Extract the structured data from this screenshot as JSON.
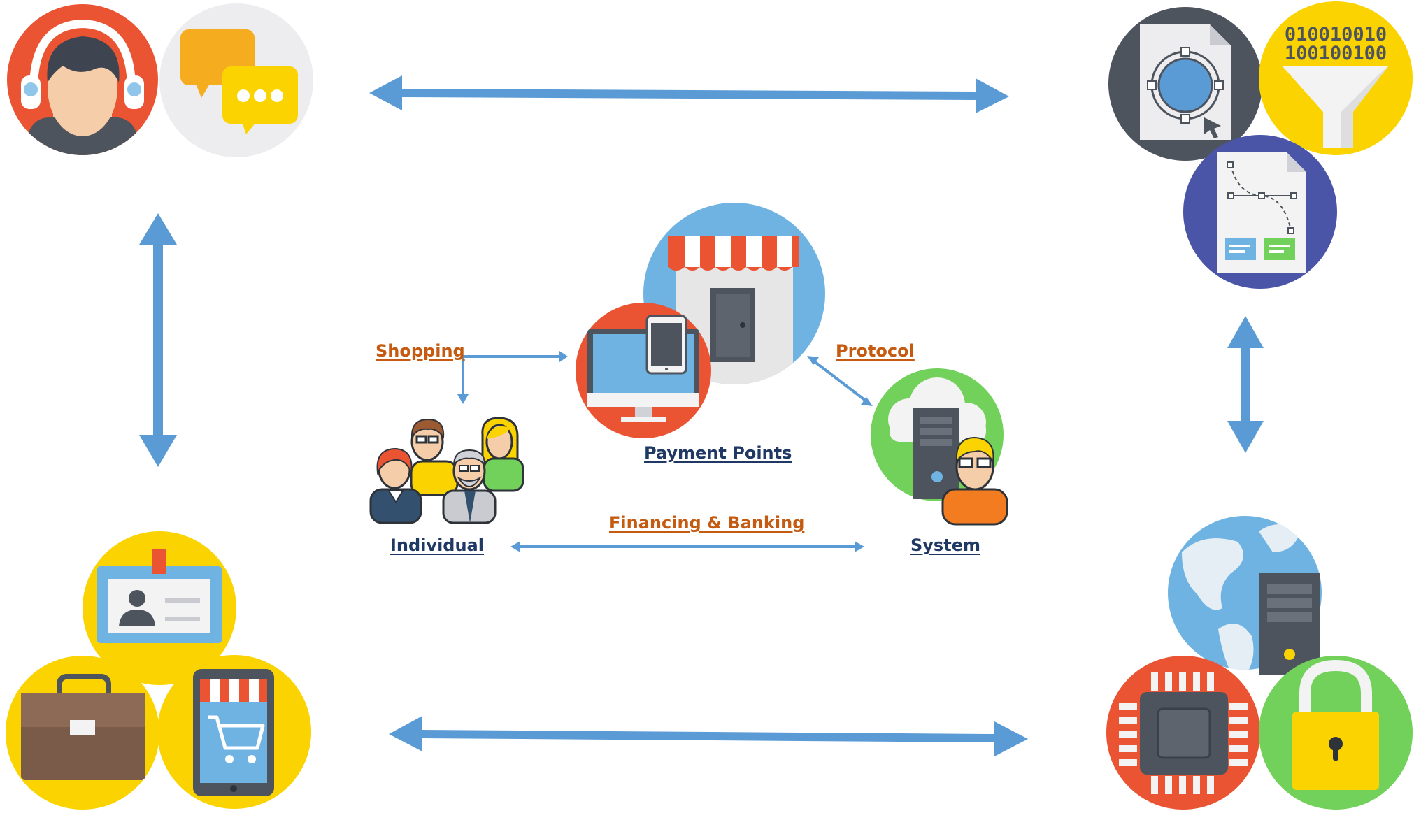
{
  "labels": {
    "shopping": "Shopping",
    "protocol": "Protocol",
    "payment_points": "Payment Points",
    "financing_banking": "Financing & Banking",
    "individual": "Individual",
    "system": "System"
  },
  "binary_text": {
    "line1": "010010010",
    "line2": "100100100"
  },
  "colors": {
    "arrow": "#5B9BD5",
    "label_orange": "#C55A11",
    "label_navy": "#1F3864",
    "red": "#EB5433",
    "yellow": "#FBD300",
    "blue": "#6FB3E3",
    "green": "#72D15A",
    "dark": "#4E545E",
    "indigo": "#4A55A8"
  }
}
